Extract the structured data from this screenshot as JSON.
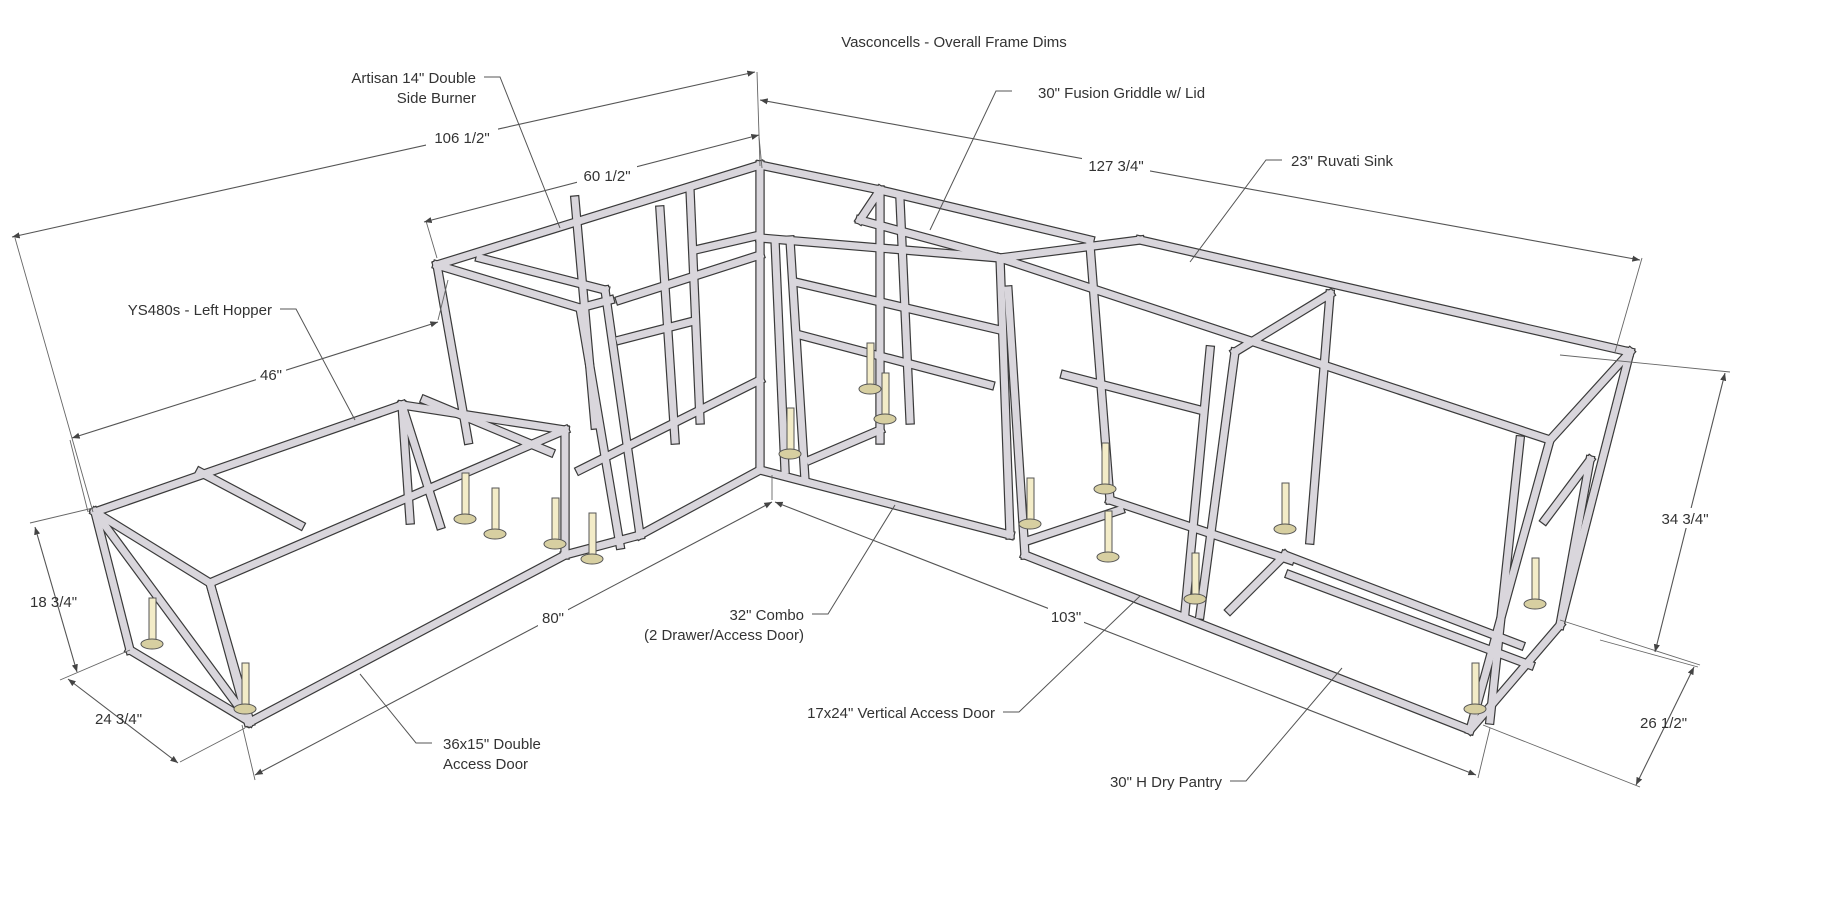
{
  "title": "Vasconcells - Overall Frame Dims",
  "dimensions": {
    "d106": "106 1/2\"",
    "d60": "60 1/2\"",
    "d127": "127 3/4\"",
    "d46": "46\"",
    "d18": "18 3/4\"",
    "d24": "24 3/4\"",
    "d80": "80\"",
    "d103": "103\"",
    "d34": "34 3/4\"",
    "d26": "26 1/2\""
  },
  "callouts": {
    "side_burner_1": "Artisan 14\" Double",
    "side_burner_2": "Side Burner",
    "griddle": "30\" Fusion Griddle w/ Lid",
    "sink": "23\" Ruvati Sink",
    "hopper": "YS480s - Left Hopper",
    "combo_1": "32\" Combo",
    "combo_2": "(2 Drawer/Access Door)",
    "vertical_door": "17x24\" Vertical Access Door",
    "double_door_1": "36x15\" Double",
    "double_door_2": "Access Door",
    "pantry": "30\" H Dry Pantry"
  },
  "colors": {
    "tube_fill": "#d9d6dc",
    "tube_edge": "#3a3a3a",
    "leg": "#f3ecc8"
  }
}
